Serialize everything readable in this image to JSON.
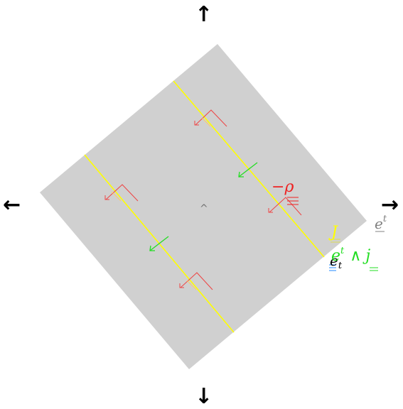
{
  "nav": {
    "up_glyph": "↑",
    "down_glyph": "↓",
    "left_glyph": "←",
    "right_glyph": "→"
  },
  "center_marker": "^",
  "labels": {
    "rho_minus": "−",
    "rho": "ρ",
    "e_gray": "e",
    "e_gray_sup": "t",
    "j_yellow": "J",
    "e_black": "e",
    "e_black_sub": "t",
    "e_green": "e",
    "e_green_sup": "t",
    "wedge": "∧",
    "j_green": "j"
  },
  "colors": {
    "panel": "#d0d0d0",
    "yellow": "#ffff00",
    "green": "#22dd22",
    "red": "#ee2222",
    "gray_text": "#808080",
    "blue": "#2288ff"
  }
}
